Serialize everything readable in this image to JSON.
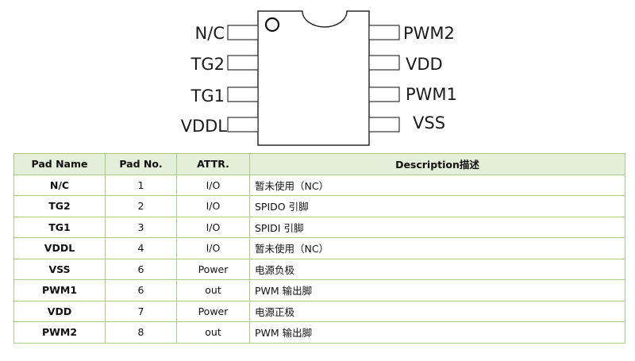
{
  "diagram": {
    "left_pins": [
      {
        "label": "N/C"
      },
      {
        "label": "TG2"
      },
      {
        "label": "TG1"
      },
      {
        "label": "VDDL"
      }
    ],
    "right_pins": [
      {
        "label": "PWM2"
      },
      {
        "label": "VDD"
      },
      {
        "label": "PWM1"
      },
      {
        "label": "VSS"
      }
    ]
  },
  "table": {
    "headers": {
      "name": "Pad Name",
      "no": "Pad No.",
      "attr": "ATTR.",
      "desc": "Description描述"
    },
    "rows": [
      {
        "name": "N/C",
        "no": "1",
        "attr": "I/O",
        "desc": "暂未使用（NC）"
      },
      {
        "name": "TG2",
        "no": "2",
        "attr": "I/O",
        "desc": "SPIDO 引脚"
      },
      {
        "name": "TG1",
        "no": "3",
        "attr": "I/O",
        "desc": "SPIDI 引脚"
      },
      {
        "name": "VDDL",
        "no": "4",
        "attr": "I/O",
        "desc": "暂未使用（NC）"
      },
      {
        "name": "VSS",
        "no": "6",
        "attr": "Power",
        "desc": "电源负极"
      },
      {
        "name": "PWM1",
        "no": "6",
        "attr": "out",
        "desc": "PWM 输出脚"
      },
      {
        "name": "VDD",
        "no": "7",
        "attr": "Power",
        "desc": "电源正极"
      },
      {
        "name": "PWM2",
        "no": "8",
        "attr": "out",
        "desc": "PWM 输出脚"
      }
    ]
  }
}
